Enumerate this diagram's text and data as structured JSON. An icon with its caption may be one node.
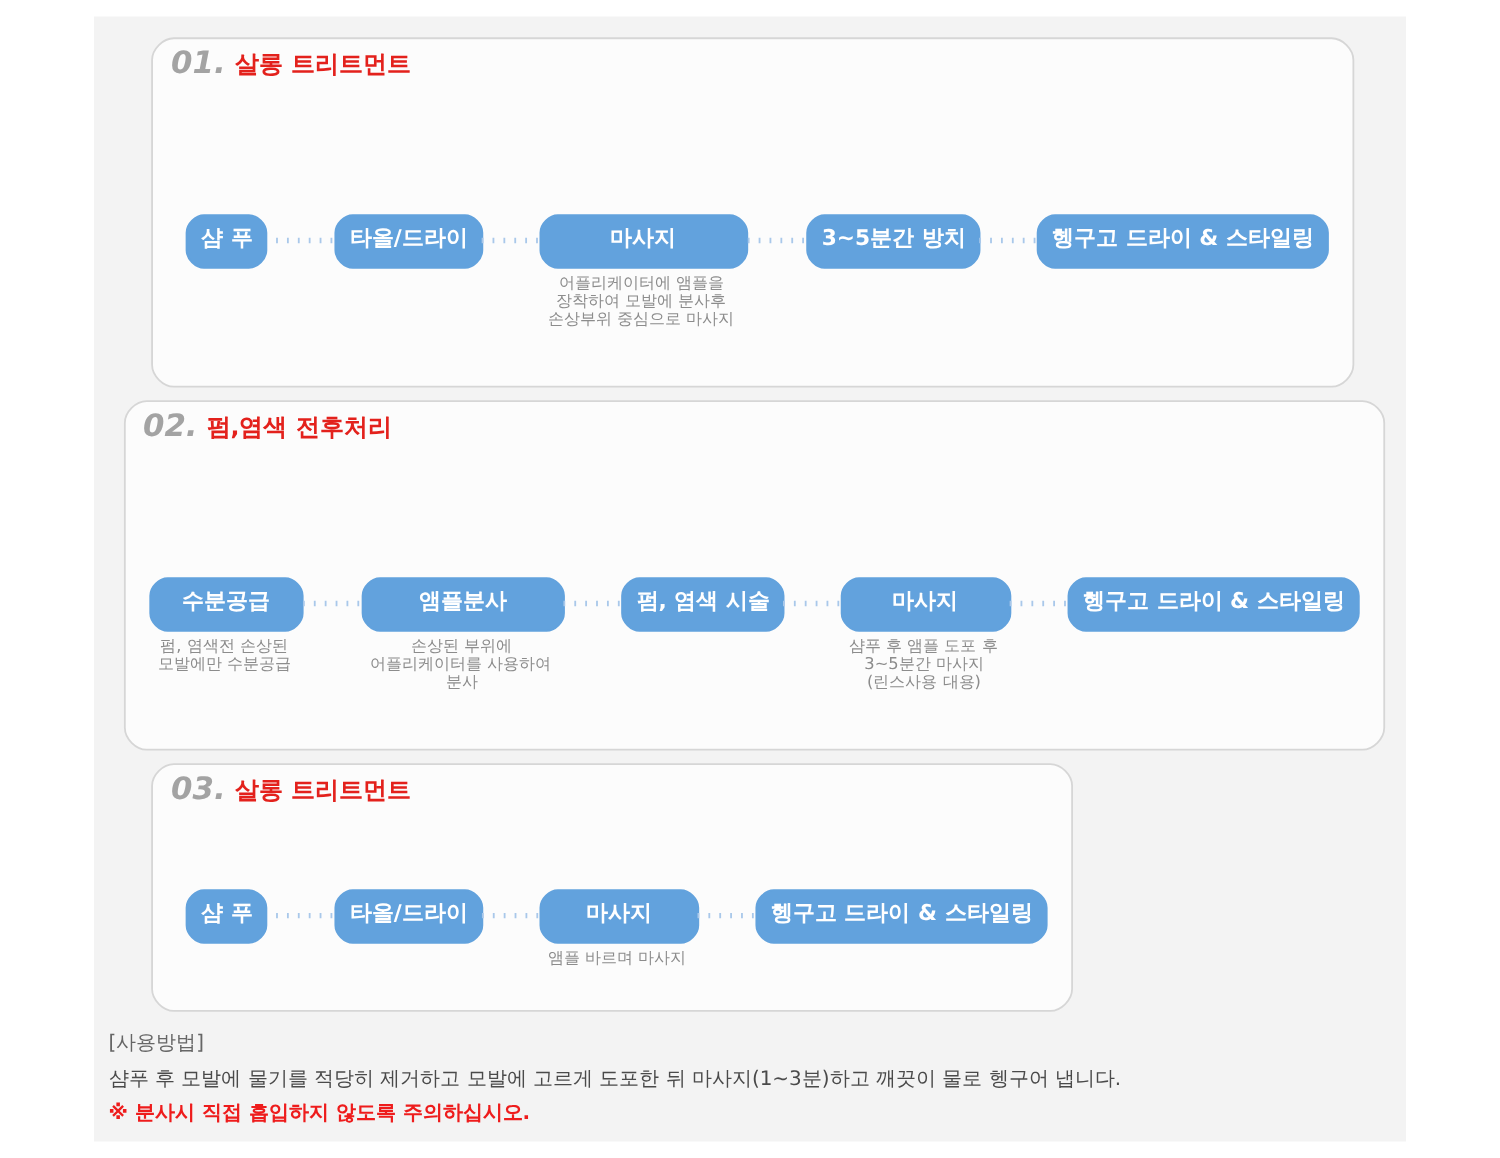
{
  "diagram": {
    "nodes": [
      {
        "text": [
          "01.",
          "살롱 트리트먼트"
        ]
      },
      {
        "text": [
          "샴 푸"
        ],
        "in": 0
      },
      {
        "text": [
          "타올/드라이"
        ],
        "in": 0
      },
      {
        "text": [
          "마사지"
        ],
        "in": 0,
        "beside": [
          "어플리케이터에 앰플을 장착하여 모발에 분사후 손상부위 중심으로 마사지"
        ]
      },
      {
        "text": [
          "3~5분간 방치"
        ],
        "in": 0
      },
      {
        "text": [
          "헹구고 드라이 & 스타일링"
        ],
        "in": 0
      },
      {
        "text": [
          "02.",
          "펌,염색 전후처리"
        ]
      },
      {
        "text": [
          "수분공급"
        ],
        "in": 6,
        "beside": [
          "펌, 염색전 손상된 모발에만 수분공급"
        ]
      },
      {
        "text": [
          "앰플분사"
        ],
        "in": 6,
        "beside": [
          "손상된 부위에 어플리케이터를 사용하여 분사"
        ]
      },
      {
        "text": [
          "펌, 염색 시술"
        ],
        "in": 6
      },
      {
        "text": [
          "마사지"
        ],
        "in": 6,
        "beside": [
          "샴푸 후 앰플 도포 후 3~5분간 마사지 (린스사용 대용)"
        ]
      },
      {
        "text": [
          "헹구고 드라이 & 스타일링"
        ],
        "in": 6
      },
      {
        "text": [
          "03.",
          "살롱 트리트먼트"
        ]
      },
      {
        "text": [
          "샴 푸"
        ],
        "in": 12
      },
      {
        "text": [
          "타올/드라이"
        ],
        "in": 12
      },
      {
        "text": [
          "마사지"
        ],
        "in": 12,
        "beside": [
          "앰플 바르며 마사지"
        ]
      },
      {
        "text": [
          "헹구고 드라이 & 스타일링"
        ],
        "in": 12
      }
    ],
    "edges": [
      {
        "from": 1,
        "to": 2,
        "arrow": "none",
        "style": "dashed"
      },
      {
        "from": 2,
        "to": 3,
        "arrow": "none",
        "style": "dashed"
      },
      {
        "from": 3,
        "to": 4,
        "arrow": "none",
        "style": "dashed"
      },
      {
        "from": 4,
        "to": 5,
        "arrow": "none",
        "style": "dashed"
      },
      {
        "from": 7,
        "to": 8,
        "arrow": "none",
        "style": "dashed"
      },
      {
        "from": 8,
        "to": 9,
        "arrow": "none",
        "style": "dashed"
      },
      {
        "from": 9,
        "to": 10,
        "arrow": "none",
        "style": "dashed"
      },
      {
        "from": 10,
        "to": 11,
        "arrow": "none",
        "style": "dashed"
      },
      {
        "from": 13,
        "to": 14,
        "arrow": "none",
        "style": "dashed"
      },
      {
        "from": 14,
        "to": 15,
        "arrow": "none",
        "style": "dashed"
      },
      {
        "from": 15,
        "to": 16,
        "arrow": "none",
        "style": "dashed"
      }
    ],
    "labels": [
      "[사용방법]",
      "샴푸 후 모발에 물기를 적당히 제거하고 모발에 고르게 도포한 뒤 마사지(1~3분)하고 깨끗이 물로 헹구어 냅니다.",
      "※ 분사시 직접 흡입하지 않도록 주의하십시오."
    ]
  }
}
